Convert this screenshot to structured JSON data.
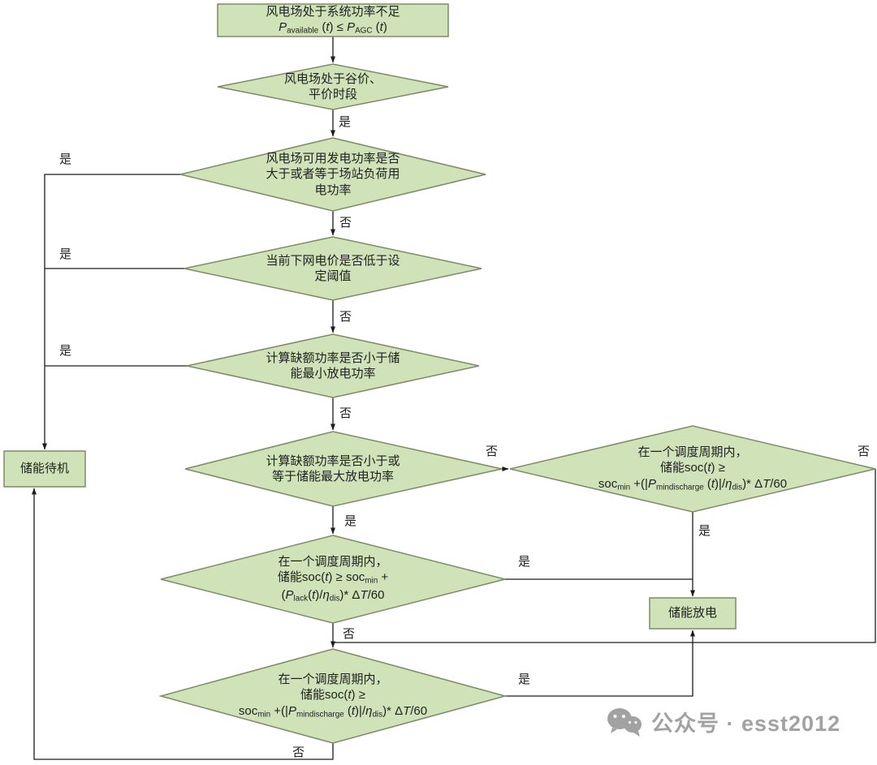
{
  "colors": {
    "node_fill": "#cfe2b8",
    "node_border": "#7c8c66",
    "edge_color": "#1c1c1c",
    "text_color": "#1f1f1f",
    "watermark_color": "#a2a2a2"
  },
  "labels": {
    "yes": "是",
    "no": "否"
  },
  "nodes": {
    "start": {
      "type": "process",
      "lines": [
        "风电场处于系统功率不足",
        [
          {
            "t": "P",
            "s": "i"
          },
          {
            "t": "available",
            "s": "sub"
          },
          {
            "t": " ("
          },
          {
            "t": "t",
            "s": "i"
          },
          {
            "t": ") ≤ "
          },
          {
            "t": "P",
            "s": "i"
          },
          {
            "t": "AGC",
            "s": "sub"
          },
          {
            "t": " ("
          },
          {
            "t": "t",
            "s": "i"
          },
          {
            "t": ")"
          }
        ]
      ]
    },
    "price_period": {
      "type": "decision",
      "lines": [
        "风电场处于谷价、",
        "平价时段"
      ]
    },
    "available_power": {
      "type": "decision",
      "lines": [
        "风电场可用发电功率是否",
        "大于或者等于场站负荷用",
        "电功率"
      ]
    },
    "grid_price": {
      "type": "decision",
      "lines": [
        "当前下网电价是否低于设",
        "定阈值"
      ]
    },
    "deficit_min": {
      "type": "decision",
      "lines": [
        "计算缺额功率是否小于储",
        "能最小放电功率"
      ]
    },
    "deficit_max": {
      "type": "decision",
      "lines": [
        "计算缺额功率是否小于或",
        "等于储能最大放电功率"
      ]
    },
    "soc_min_discharge_right": {
      "type": "decision",
      "lines": [
        "在一个调度周期内，",
        [
          {
            "t": "储能soc("
          },
          {
            "t": "t",
            "s": "i"
          },
          {
            "t": ") ≥"
          }
        ],
        [
          {
            "t": "soc"
          },
          {
            "t": "min",
            "s": "sub"
          },
          {
            "t": " +(|"
          },
          {
            "t": "P",
            "s": "i"
          },
          {
            "t": "mindischarge",
            "s": "sub"
          },
          {
            "t": " ("
          },
          {
            "t": "t",
            "s": "i"
          },
          {
            "t": ")|/"
          },
          {
            "t": "η",
            "s": "i"
          },
          {
            "t": "dis",
            "s": "sub"
          },
          {
            "t": ")* Δ"
          },
          {
            "t": "T",
            "s": "i"
          },
          {
            "t": "/60"
          }
        ]
      ]
    },
    "soc_lack": {
      "type": "decision",
      "lines": [
        "在一个调度周期内，",
        [
          {
            "t": "储能soc("
          },
          {
            "t": "t",
            "s": "i"
          },
          {
            "t": ") ≥ soc"
          },
          {
            "t": "min",
            "s": "sub"
          },
          {
            "t": " +"
          }
        ],
        [
          {
            "t": "("
          },
          {
            "t": "P",
            "s": "i"
          },
          {
            "t": "lack",
            "s": "sub"
          },
          {
            "t": "("
          },
          {
            "t": "t",
            "s": "i"
          },
          {
            "t": ")/"
          },
          {
            "t": "η",
            "s": "i"
          },
          {
            "t": "dis",
            "s": "sub"
          },
          {
            "t": ")* Δ"
          },
          {
            "t": "T",
            "s": "i"
          },
          {
            "t": "/60"
          }
        ]
      ]
    },
    "soc_min_discharge_bottom": {
      "type": "decision",
      "lines": [
        "在一个调度周期内，",
        [
          {
            "t": "储能soc("
          },
          {
            "t": "t",
            "s": "i"
          },
          {
            "t": ") ≥"
          }
        ],
        [
          {
            "t": "soc"
          },
          {
            "t": "min",
            "s": "sub"
          },
          {
            "t": " +(|"
          },
          {
            "t": "P",
            "s": "i"
          },
          {
            "t": "mindischarge",
            "s": "sub"
          },
          {
            "t": " ("
          },
          {
            "t": "t",
            "s": "i"
          },
          {
            "t": ")|/"
          },
          {
            "t": "η",
            "s": "i"
          },
          {
            "t": "dis",
            "s": "sub"
          },
          {
            "t": ")* Δ"
          },
          {
            "t": "T",
            "s": "i"
          },
          {
            "t": "/60"
          }
        ]
      ]
    },
    "standby": {
      "type": "process",
      "lines": [
        "储能待机"
      ]
    },
    "discharge": {
      "type": "process",
      "lines": [
        "储能放电"
      ]
    }
  },
  "watermark": {
    "text": "公众号 · esst2012"
  }
}
